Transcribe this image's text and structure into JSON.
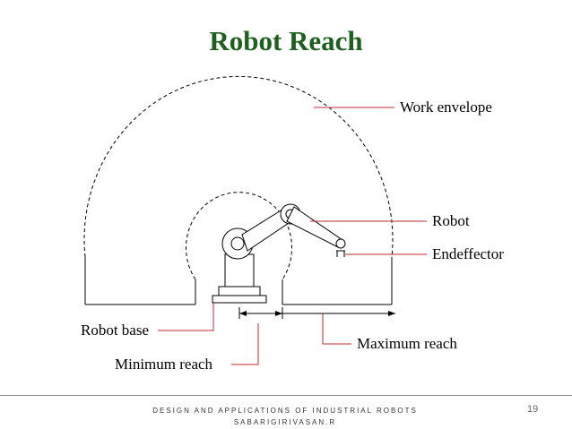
{
  "title": "Robot Reach",
  "title_color": "#1f5f1f",
  "leader_color": "#c0282d",
  "labels": {
    "work_envelope": "Work envelope",
    "robot": "Robot",
    "endeffector": "Endeffector",
    "robot_base": "Robot base",
    "maximum_reach": "Maximum reach",
    "minimum_reach": "Minimum reach"
  },
  "footer": {
    "line1": "DESIGN AND APPLICATIONS OF INDUSTRIAL ROBOTS",
    "line2": "SABARIGIRIVASAN.R",
    "page_number": "19"
  }
}
